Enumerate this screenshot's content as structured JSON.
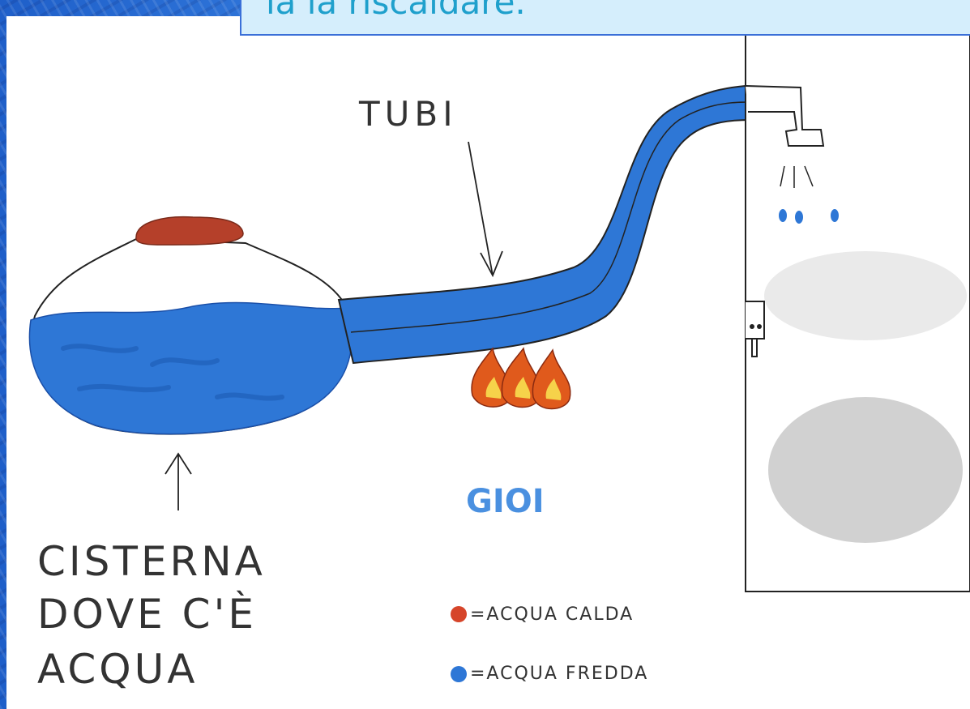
{
  "slide": {
    "title": "la la riscaldare."
  },
  "drawing": {
    "pipes_label": "TUBI",
    "cistern_label": [
      "CISTERNA",
      "DOVE C'È",
      "ACQUA"
    ],
    "author_signature": "GIOI",
    "legend": [
      {
        "text": "=ACQUA CALDA",
        "color": "#d6452a"
      },
      {
        "text": "=ACQUA FREDDA",
        "color": "#2e77d6"
      }
    ]
  },
  "colors": {
    "water": "#2e77d6",
    "lid": "#b5402a",
    "flame_outer": "#e05a1c",
    "flame_inner": "#f6d24a",
    "slide_blue": "#2c6fd6"
  }
}
